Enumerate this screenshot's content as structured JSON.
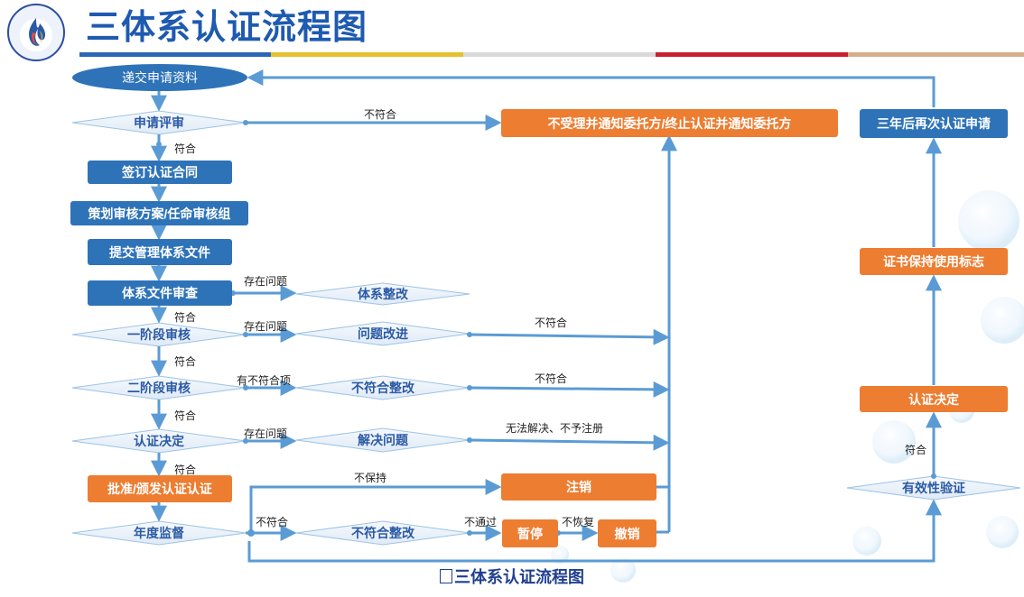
{
  "title": "三体系认证流程图",
  "caption": "三体系认证流程图",
  "colors": {
    "primary_blue": "#2e73b8",
    "orange": "#ed7d31",
    "connector": "#5b9bd5",
    "title_blue": "#1e5ab0"
  },
  "nodes": {
    "submit": "递交申请资料",
    "review_app": "申请评审",
    "contract": "签订认证合同",
    "plan": "策划审核方案/任命审核组",
    "submit_docs": "提交管理体系文件",
    "doc_review": "体系文件审查",
    "sys_rectify": "体系整改",
    "stage1": "一阶段审核",
    "improve": "问题改进",
    "stage2": "二阶段审核",
    "nc_rectify": "不符合整改",
    "decision": "认证决定",
    "resolve": "解决问题",
    "approve": "批准/颁发认证认证",
    "annual": "年度监督",
    "nc_rectify2": "不符合整改",
    "reject": "不受理并通知委托方/终止认证并通知委托方",
    "cancel": "注销",
    "suspend": "暂停",
    "revoke": "撤销",
    "reapply": "三年后再次认证申请",
    "maintain": "证书保持使用标志",
    "decision_r": "认证决定",
    "validity": "有效性验证"
  },
  "labels": {
    "pass1": "符合",
    "pass2": "符合",
    "pass3": "符合",
    "pass4": "符合",
    "pass5": "符合",
    "pass_r": "符合",
    "fail1": "不符合",
    "fail2": "不符合",
    "fail3": "不符合",
    "fail4": "不符合",
    "issue1": "存在问题",
    "issue2": "存在问题",
    "issue3": "存在问题",
    "nc_item": "有不符合项",
    "unsolved": "无法解决、不予注册",
    "not_keep": "不保持",
    "not_pass": "不通过",
    "not_restore": "不恢复"
  }
}
